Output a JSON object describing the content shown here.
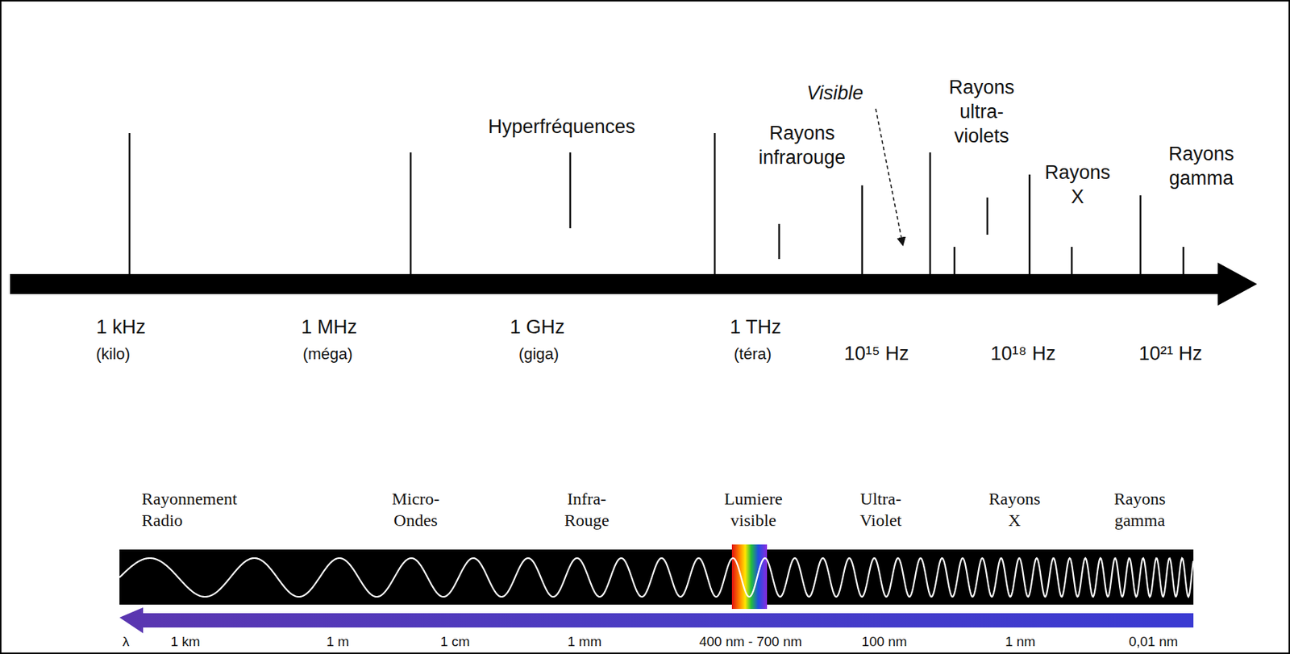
{
  "diagram": {
    "labels": [
      "Rayons ultra-violets",
      "Visible",
      "Hyperfréquences",
      "Rayons infrarouge",
      "Rayons gamma",
      "Rayons X",
      "1 kHz",
      "(kilo)",
      "1 MHz",
      "(méga)",
      "1 GHz",
      "(giga)",
      "1 THz",
      "(téra)",
      "10¹⁵ Hz",
      "10¹⁸ Hz",
      "10²¹ Hz",
      "Rayonnement Radio",
      "Micro-Ondes",
      "Infra-Rouge",
      "Lumiere visible",
      "Ultra-Violet",
      "Rayons X",
      "Rayons gamma",
      "λ",
      "1 km",
      "1 m",
      "1 cm",
      "1 mm",
      "400 nm - 700 nm",
      "100 nm",
      "1 nm",
      "0,01 nm"
    ]
  }
}
